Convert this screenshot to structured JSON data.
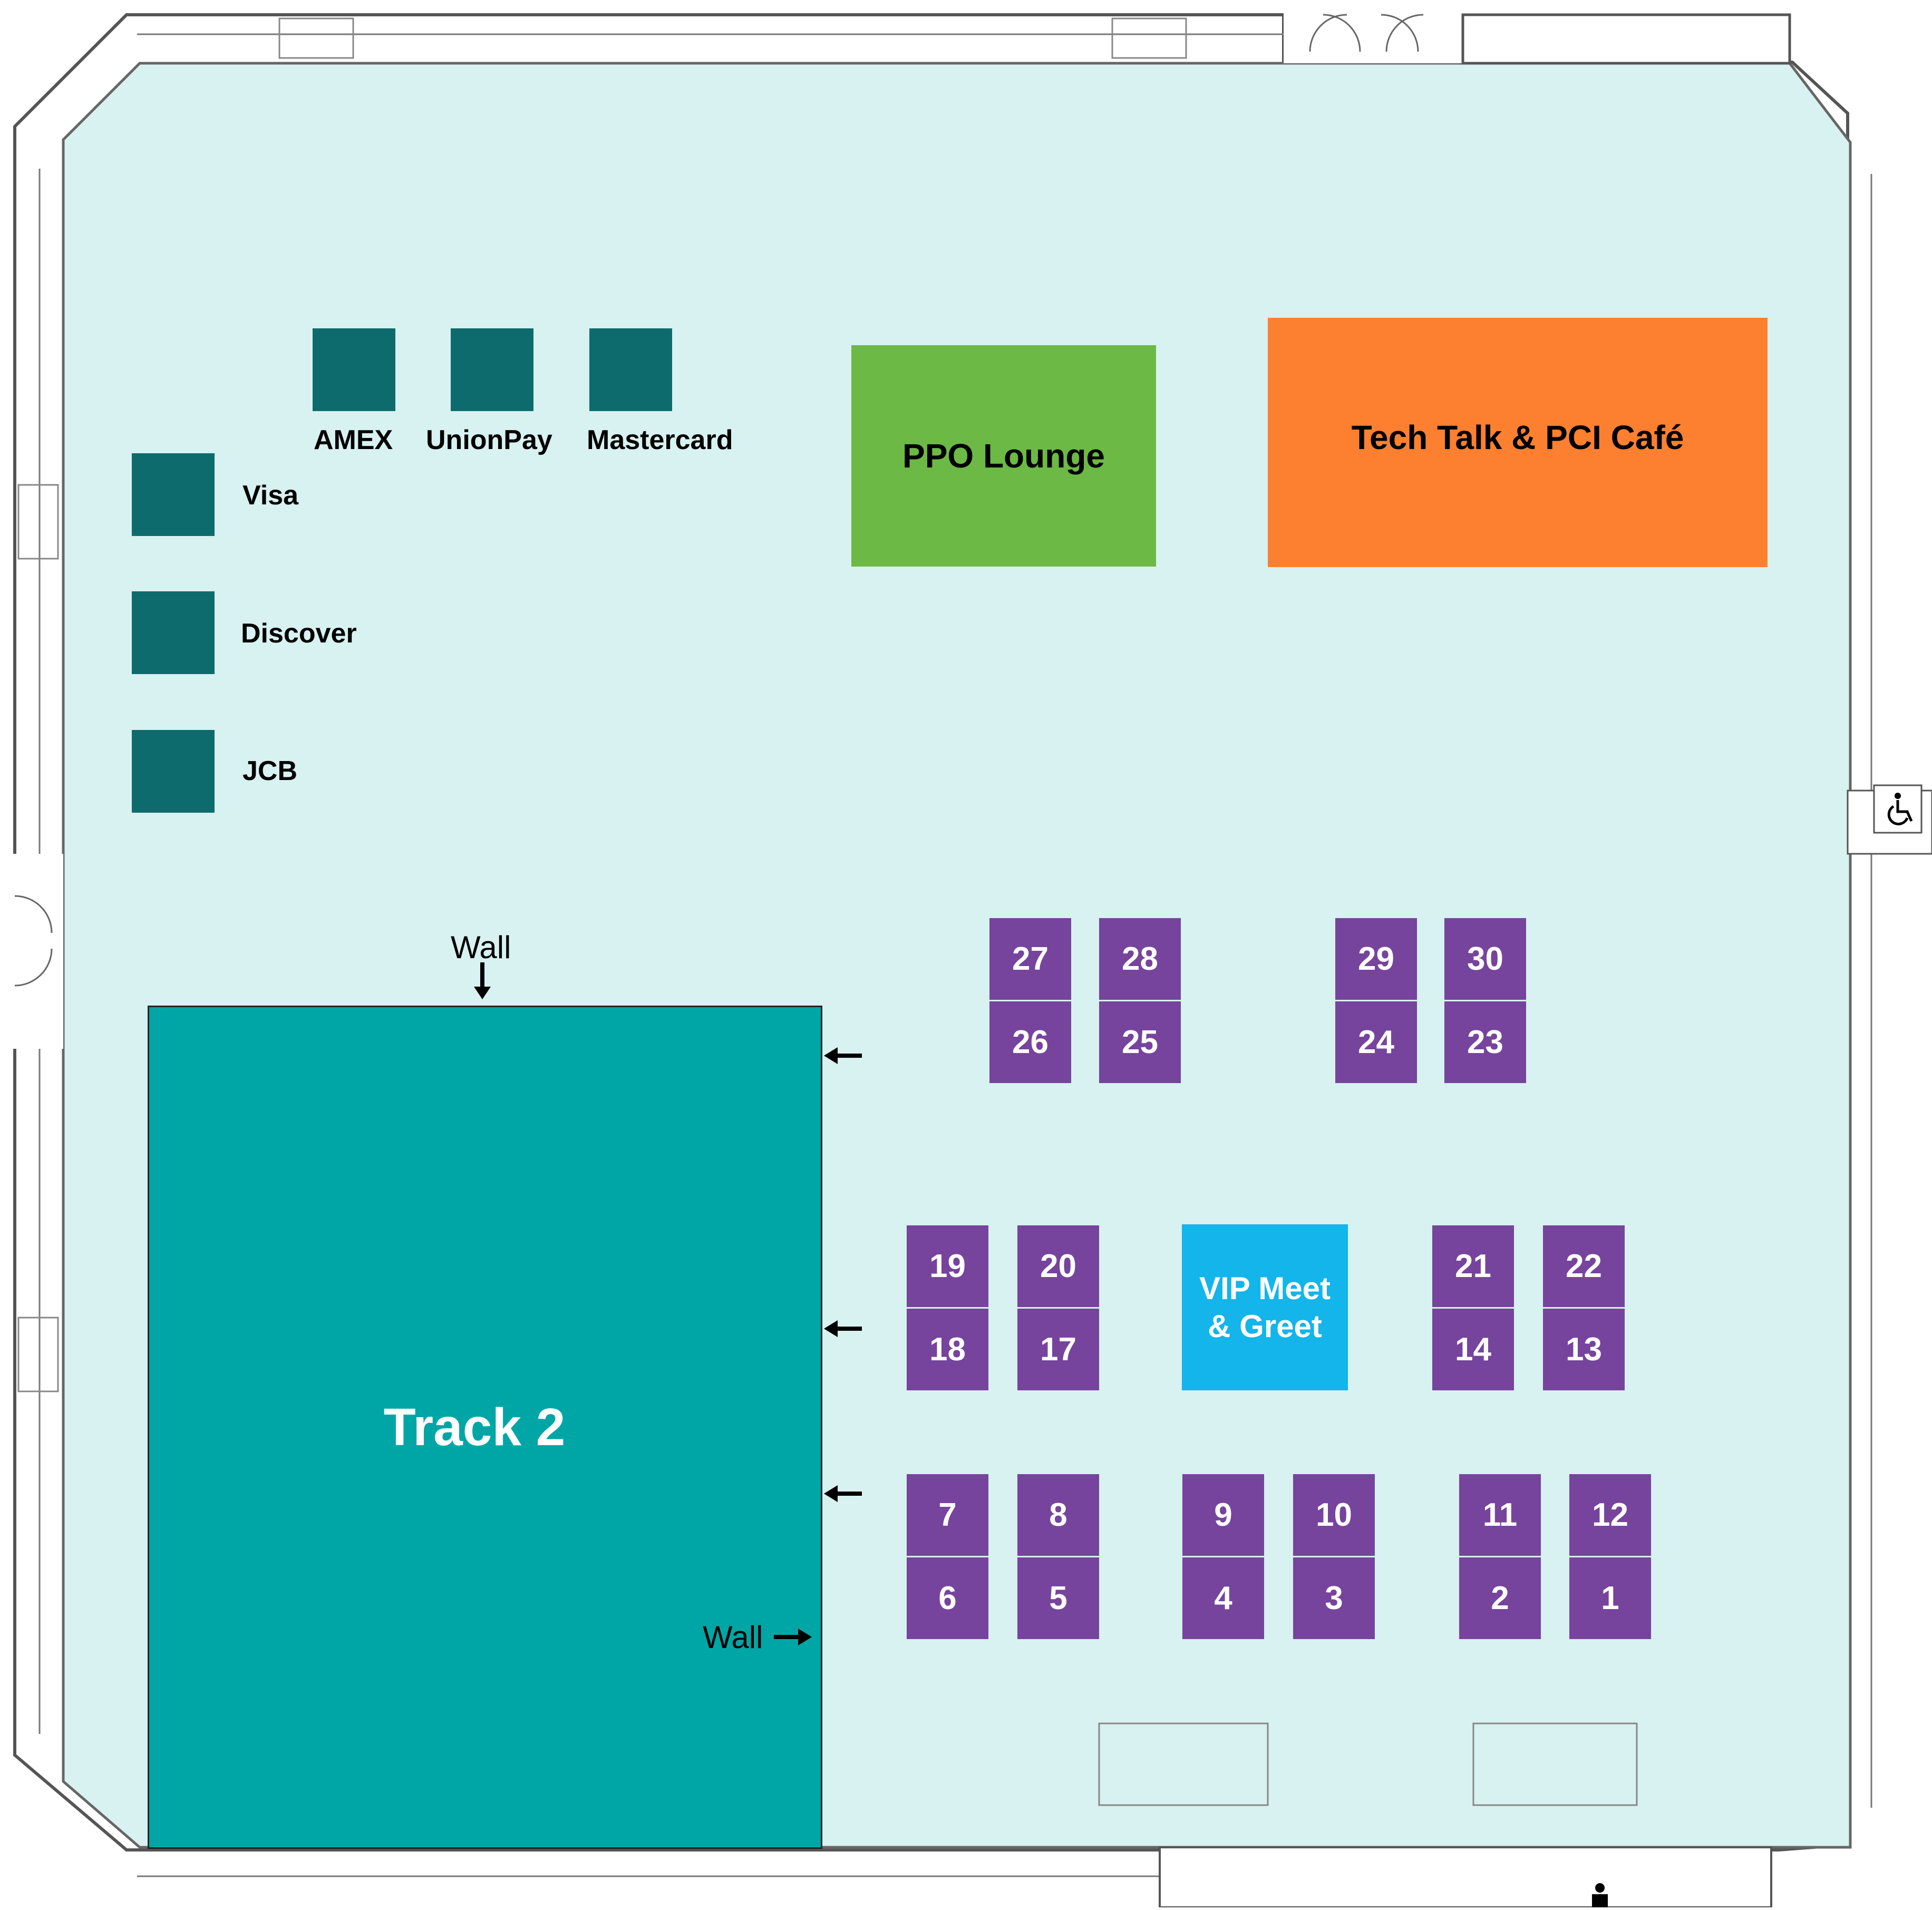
{
  "venue": {
    "main_area": {
      "label": "Track 2",
      "color": "#00a6a6"
    },
    "floor_color": "#d8f1f1",
    "wall_labels": {
      "top": "Wall",
      "right": "Wall"
    }
  },
  "zones": {
    "ppo_lounge": {
      "label": "PPO Lounge",
      "color": "#6cb945"
    },
    "tech_talk": {
      "label": "Tech Talk & PCI Café",
      "color": "#fc8030"
    },
    "vip": {
      "label_line1": "VIP Meet",
      "label_line2": "& Greet",
      "color": "#13b5ea"
    }
  },
  "sponsors": {
    "color": "#0e6b6d",
    "amex": "AMEX",
    "unionpay": "UnionPay",
    "mastercard": "Mastercard",
    "visa": "Visa",
    "discover": "Discover",
    "jcb": "JCB"
  },
  "booths": {
    "color": "#76449c",
    "b1": "1",
    "b2": "2",
    "b3": "3",
    "b4": "4",
    "b5": "5",
    "b6": "6",
    "b7": "7",
    "b8": "8",
    "b9": "9",
    "b10": "10",
    "b11": "11",
    "b12": "12",
    "b13": "13",
    "b14": "14",
    "b17": "17",
    "b18": "18",
    "b19": "19",
    "b20": "20",
    "b21": "21",
    "b22": "22",
    "b23": "23",
    "b24": "24",
    "b25": "25",
    "b26": "26",
    "b27": "27",
    "b28": "28",
    "b29": "29",
    "b30": "30"
  },
  "icons": {
    "accessible": "wheelchair-icon",
    "restroom": "person-icon",
    "arrow": "arrow-icon"
  }
}
